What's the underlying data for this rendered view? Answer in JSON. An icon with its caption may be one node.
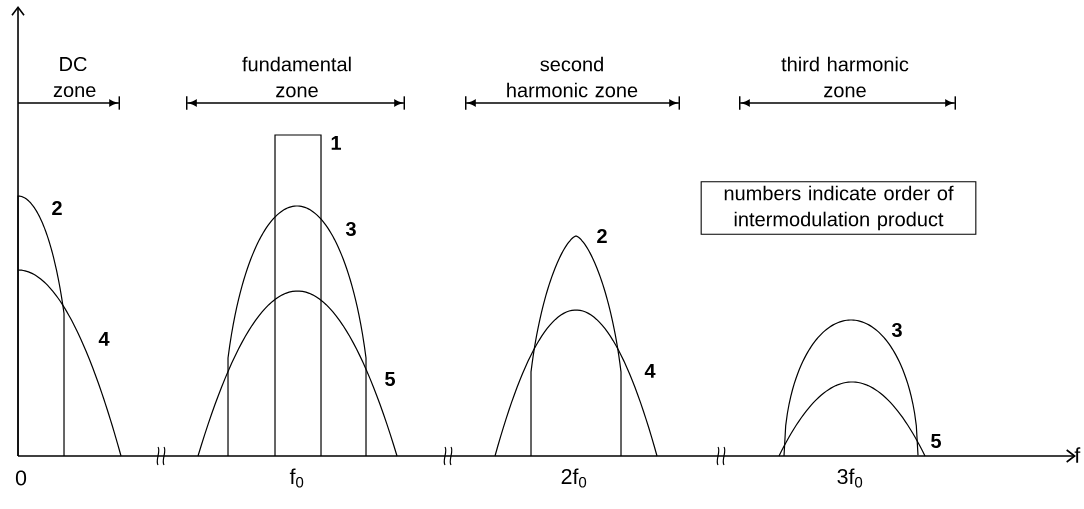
{
  "diagram": {
    "nodes": [
      {
        "text": [
          "numbers indicate order of intermodulation product"
        ]
      }
    ],
    "edges": [],
    "labels": [
      "DC zone",
      "fundamental zone",
      "second harmonic zone",
      "third harmonic zone",
      "1",
      "2",
      "3",
      "2",
      "4",
      "5",
      "4",
      "3",
      "5",
      "0",
      "f$_{0}$",
      "2f$_{0}$",
      "3f$_{0}$",
      "f"
    ]
  }
}
